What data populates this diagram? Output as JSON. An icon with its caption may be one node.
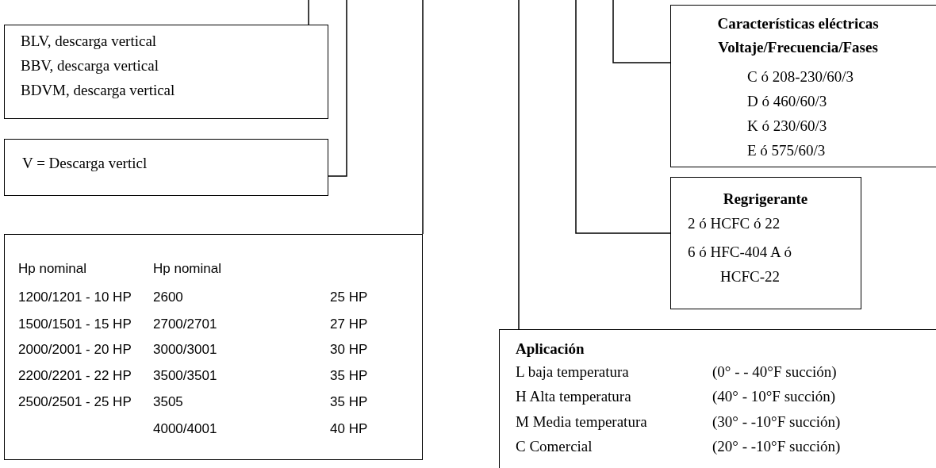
{
  "diagram": {
    "nodes": [
      {
        "text": [
          "BLV, descarga vertical",
          "BBV, descarga vertical",
          "BDVM, descarga vertical"
        ]
      },
      {
        "text": [
          "V = Descarga verticl"
        ]
      },
      {
        "text": [
          "Hp nominal",
          "Hp nominal",
          "1200/1201 - 10 HP",
          "2600",
          "25 HP",
          "1500/1501 - 15 HP",
          "2700/2701",
          "27 HP",
          "2000/2001 - 20 HP",
          "3000/3001",
          "30 HP",
          "2200/2201 - 22 HP",
          "3500/3501",
          "35 HP",
          "2500/2501 - 25 HP",
          "3505",
          "35 HP",
          "4000/4001",
          "40 HP"
        ]
      },
      {
        "text": [
          "Características eléctricas Voltaje/Frecuencia/Fases",
          "C ó 208-230/60/3",
          "D ó 460/60/3",
          "K ó 230/60/3",
          "E ó 575/60/3"
        ]
      },
      {
        "text": [
          "Regrigerante",
          "2 ó HCFC ó 22",
          "6 ó HFC-404 A ó HCFC-22"
        ]
      },
      {
        "text": [
          "Aplicación",
          "L baja temperatura",
          "(0° - - 40°F succión)",
          "H Alta temperatura",
          "(40° - 10°F succión)",
          "M Media temperatura",
          "(30° - -10°F succión)",
          "C Comercial",
          "(20° - -10°F succión)"
        ]
      }
    ],
    "edges": [
      {
        "from": null,
        "to": 0,
        "arrow": "none"
      },
      {
        "from": null,
        "to": 1,
        "arrow": "none"
      },
      {
        "from": null,
        "to": 2,
        "arrow": "none"
      },
      {
        "from": null,
        "to": 3,
        "arrow": "none"
      },
      {
        "from": null,
        "to": 4,
        "arrow": "none"
      },
      {
        "from": null,
        "to": 5,
        "arrow": "none"
      }
    ]
  }
}
